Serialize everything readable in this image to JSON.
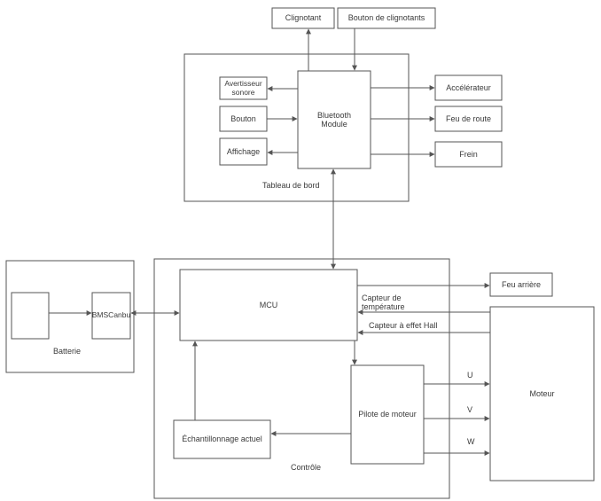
{
  "boxes": {
    "clignotant": "Clignotant",
    "bouton_clignotants": "Bouton de clignotants",
    "avertisseur": "Avertisseur sonore",
    "bouton": "Bouton",
    "affichage": "Affichage",
    "bluetooth": "Bluetooth Module",
    "accelerateur": "Accélérateur",
    "feu_route": "Feu de route",
    "frein": "Frein",
    "mcu": "MCU",
    "feu_arriere": "Feu arrière",
    "bms": "BMSCanbu",
    "pilote": "Pilote de moteur",
    "echantillonnage": "Échantillonnage actuel",
    "moteur": "Moteur"
  },
  "groups": {
    "tableau": "Tableau de bord",
    "batterie": "Batterie",
    "controle": "Contrôle"
  },
  "signals": {
    "capteur_temp": "Capteur de température",
    "capteur_hall": "Capteur à effet Hall",
    "u": "U",
    "v": "V",
    "w": "W"
  }
}
